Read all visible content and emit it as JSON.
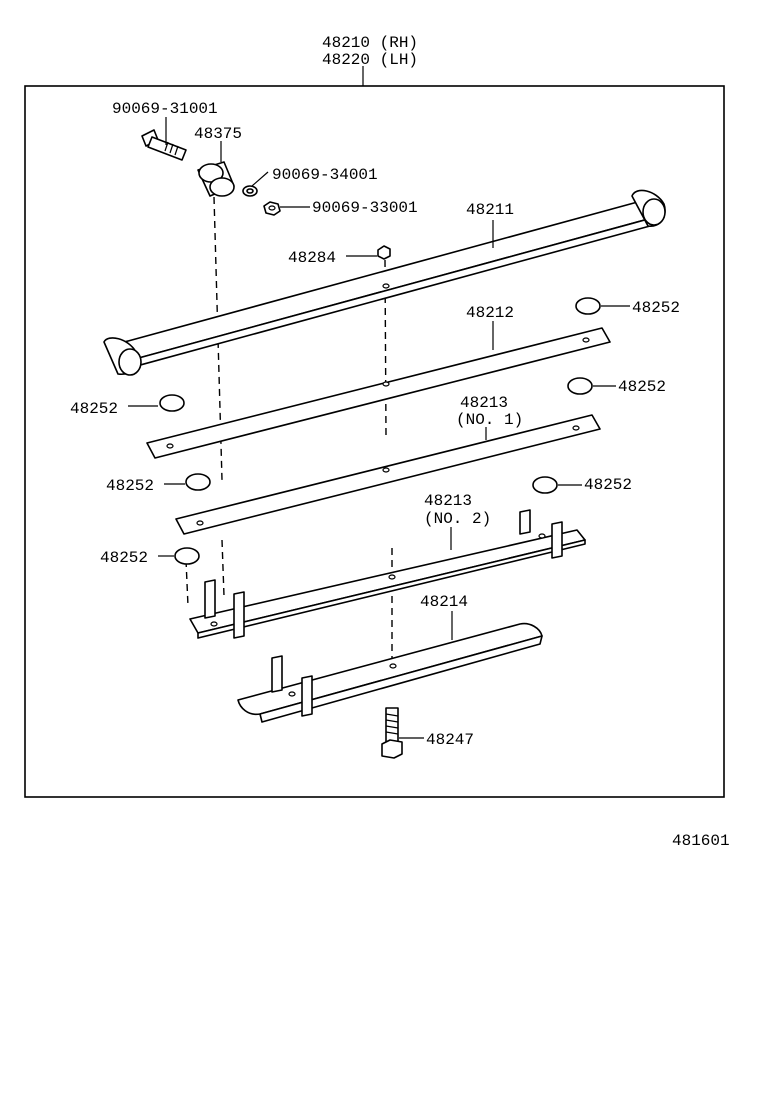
{
  "assembly": {
    "part_rh": "48210 (RH)",
    "part_lh": "48220 (LH)"
  },
  "parts": {
    "bolt_top": "90069-31001",
    "bushing": "48375",
    "washer": "90069-34001",
    "nut": "90069-33001",
    "main_leaf": "48211",
    "clip_nut": "48284",
    "leaf_2": "48212",
    "leaf_3_number": "48213",
    "leaf_3_note": "(NO. 1)",
    "leaf_4_number": "48213",
    "leaf_4_note": "(NO. 2)",
    "leaf_5": "48214",
    "center_bolt": "48247",
    "pad": "48252"
  },
  "figure_number": "481601"
}
